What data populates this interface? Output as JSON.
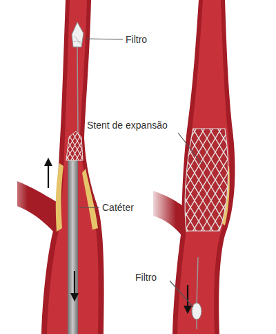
{
  "diagram": {
    "labels": [
      "Filtro",
      "Stent de expansão",
      "Catéter",
      "Filtro"
    ]
  }
}
